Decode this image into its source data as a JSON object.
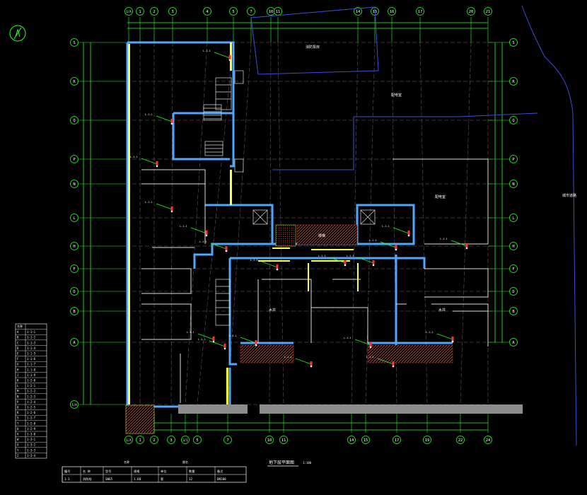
{
  "drawing": {
    "plan_title": "地下层平面图",
    "plan_scale": "1:100",
    "hatch_label": "楼梯",
    "cell_label": "水井",
    "area_label_1": "配电室",
    "area_label_2": "消防泵房",
    "road_label": "城市道路",
    "table_left_header": "名称",
    "table_right_header": "图名",
    "title_block": {
      "row1": [
        "编号",
        "名 称",
        "型号",
        "规格",
        "单位",
        "数量",
        "备注"
      ],
      "row2": [
        "1-1",
        "消防栓",
        "SN65",
        "1.60",
        "套",
        "12",
        "DN100"
      ]
    },
    "legend_rows": [
      [
        "A",
        "1-1-1"
      ],
      [
        "B",
        "1-1-2"
      ],
      [
        "C",
        "1-1-3"
      ],
      [
        "D",
        "1-1-4"
      ],
      [
        "E",
        "1-1-5"
      ],
      [
        "F",
        "1-1-6"
      ],
      [
        "G",
        "1-1-7"
      ],
      [
        "H",
        "1-1-8"
      ],
      [
        "J",
        "1-1-9"
      ],
      [
        "K",
        "1-2-0"
      ],
      [
        "L",
        "1-2-1"
      ],
      [
        "M",
        "1-2-2"
      ],
      [
        "N",
        "1-2-3"
      ],
      [
        "P",
        "1-2-4"
      ],
      [
        "Q",
        "1-2-5"
      ],
      [
        "R",
        "1-2-6"
      ],
      [
        "S",
        "1-2-7"
      ],
      [
        "T",
        "1-2-8"
      ],
      [
        "U",
        "1-2-9"
      ],
      [
        "V",
        "1-3-0"
      ],
      [
        "W",
        "1-3-1"
      ],
      [
        "X",
        "1-3-2"
      ],
      [
        "Y",
        "1-3-3"
      ],
      [
        "Z",
        "1-3-4"
      ]
    ],
    "pipe_label": "L-1-1"
  },
  "axes": {
    "top": [
      "1/A",
      "1",
      "2",
      "3",
      "4",
      "5",
      "7",
      "10",
      "11",
      "14",
      "15",
      "16",
      "17",
      "20",
      "21"
    ],
    "top_bubbles": [
      "1/A",
      "1",
      "2",
      "3",
      "4",
      "5",
      "7",
      "10",
      "11",
      "14",
      "15",
      "16",
      "17",
      "20",
      "21"
    ],
    "bottom": [
      "1/A",
      "1",
      "2",
      "3",
      "3/1",
      "5",
      "7",
      "10",
      "11",
      "14",
      "15",
      "17",
      "19",
      "22",
      "24"
    ],
    "left": [
      "S",
      "R",
      "Q",
      "P",
      "N",
      "L",
      "H",
      "F",
      "D",
      "B",
      "A",
      "1/A"
    ],
    "right": [
      "S",
      "R",
      "Q",
      "P",
      "N",
      "L",
      "H",
      "F",
      "D",
      "B",
      "A"
    ]
  },
  "colors": {
    "background": "#000000",
    "axis": "#22ff22",
    "wall": "#4fa8ff",
    "yellow": "#ffff33",
    "pipe": "#ff3333",
    "grey": "#8c8c8c",
    "hatch": "#c0392b"
  }
}
